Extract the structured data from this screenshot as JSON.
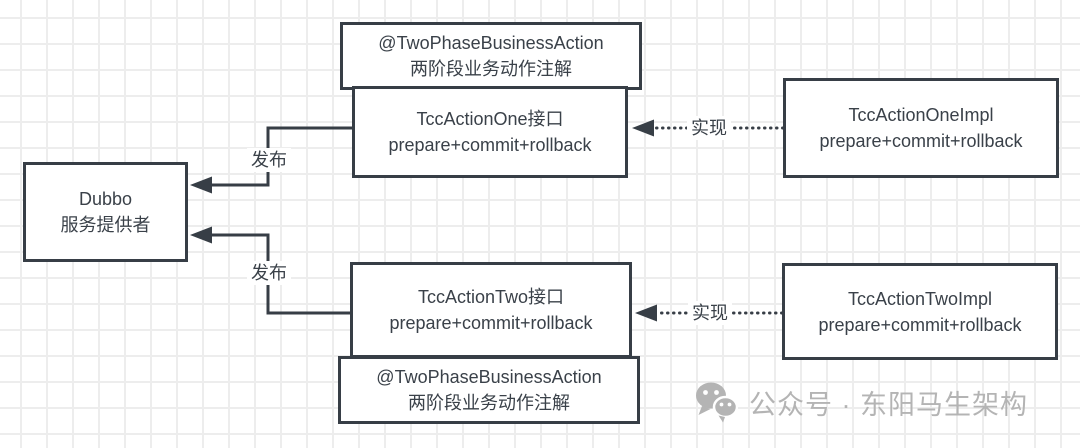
{
  "diagram": {
    "nodes": {
      "annotation_top": {
        "line1": "@TwoPhaseBusinessAction",
        "line2": "两阶段业务动作注解"
      },
      "tcc_one": {
        "line1": "TccActionOne接口",
        "line2": "prepare+commit+rollback"
      },
      "impl_one": {
        "line1": "TccActionOneImpl",
        "line2": "prepare+commit+rollback"
      },
      "dubbo": {
        "line1": "Dubbo",
        "line2": "服务提供者"
      },
      "tcc_two": {
        "line1": "TccActionTwo接口",
        "line2": "prepare+commit+rollback"
      },
      "annotation_bottom": {
        "line1": "@TwoPhaseBusinessAction",
        "line2": "两阶段业务动作注解"
      },
      "impl_two": {
        "line1": "TccActionTwoImpl",
        "line2": "prepare+commit+rollback"
      }
    },
    "edges": {
      "publish_top": "发布",
      "publish_bottom": "发布",
      "implement_top": "实现",
      "implement_bottom": "实现"
    }
  },
  "watermark": {
    "text": "公众号 · 东阳马生架构"
  },
  "colors": {
    "border": "#373e46",
    "text": "#3a4149",
    "grid": "#ededed",
    "background": "#ffffff",
    "watermark": "#b4b4b4"
  }
}
